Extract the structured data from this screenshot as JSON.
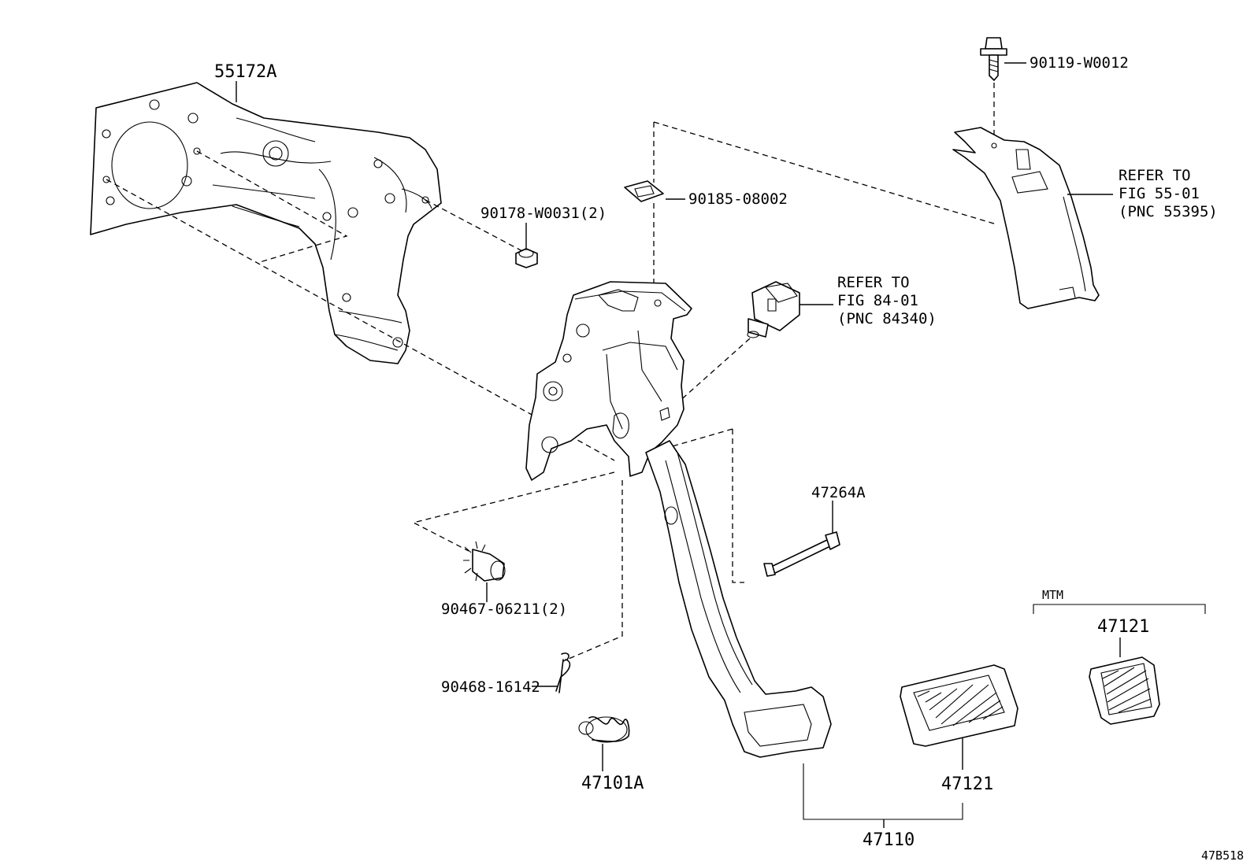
{
  "labels": {
    "bracket_55172A": "55172A",
    "bolt_90119": "90119-W0012",
    "nut_90185": "90185-08002",
    "bushing_90178": "90178-W0031(2)",
    "refer_55_line1": "REFER TO",
    "refer_55_line2": "FIG 55-01",
    "refer_55_line3": "(PNC 55395)",
    "refer_84_line1": "REFER TO",
    "refer_84_line2": "FIG 84-01",
    "refer_84_line3": "(PNC 84340)",
    "bolt_47264A": "47264A",
    "bushing_90467": "90467-06211(2)",
    "clip_90468": "90468-16142",
    "spring_47101A": "47101A",
    "pad_47121": "47121",
    "pad_47121_mtm": "47121",
    "mtm": "MTM",
    "pedal_47110": "47110",
    "figure_code": "47B518"
  }
}
